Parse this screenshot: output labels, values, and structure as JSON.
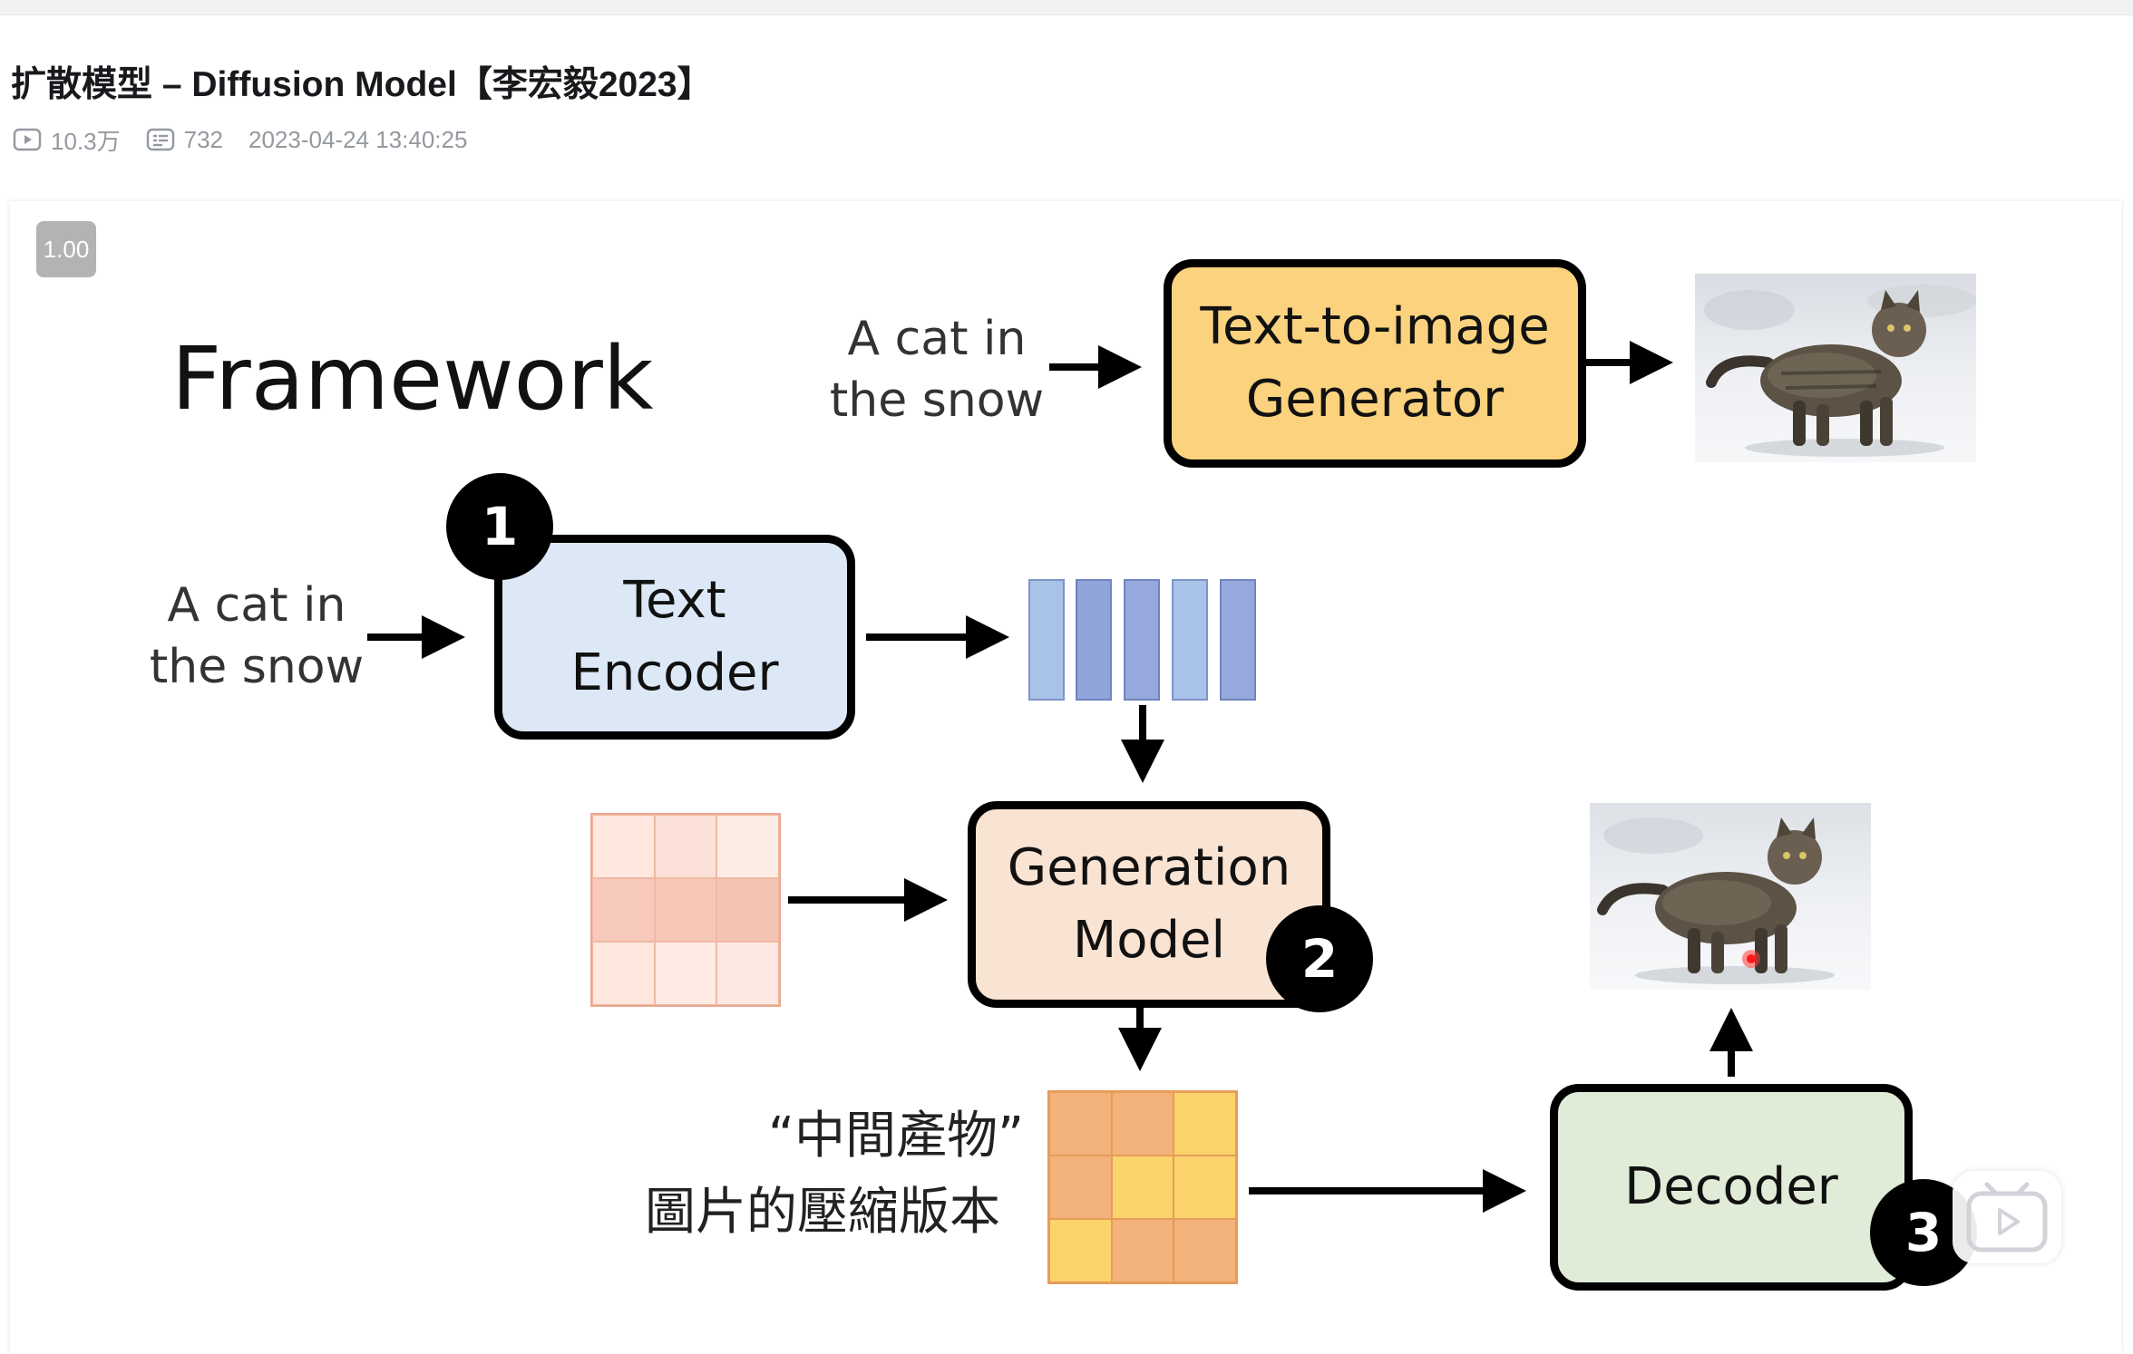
{
  "page": {
    "title": "扩散模型 – Diffusion Model【李宏毅2023】",
    "views": "10.3万",
    "danmaku": "732",
    "date": "2023-04-24 13:40:25"
  },
  "player": {
    "speed": "1.00"
  },
  "slide": {
    "heading": "Framework",
    "prompt_line1": "A cat in",
    "prompt_line2": "the snow",
    "t2i_line1": "Text-to-image",
    "t2i_line2": "Generator",
    "enc_line1": "Text",
    "enc_line2": "Encoder",
    "gen_line1": "Generation",
    "gen_line2": "Model",
    "decoder": "Decoder",
    "badge1": "1",
    "badge2": "2",
    "badge3": "3",
    "mid_line1": "“中間產物”",
    "mid_line2": "圖片的壓縮版本"
  },
  "colors": {
    "t2i_fill": "#fbd27e",
    "encoder_fill": "#dce8f5",
    "generation_fill": "#f9e3d3",
    "decoder_fill": "#e0ebd8",
    "vector_fill": "#9aaee0",
    "noise_grid": "#f7c9ba",
    "latent_orange": "#f3b27a",
    "latent_yellow": "#fbd36b"
  },
  "icons": {
    "views": "play-count-icon",
    "danmaku": "danmaku-icon",
    "watermark": "bilibili-tv-icon"
  }
}
